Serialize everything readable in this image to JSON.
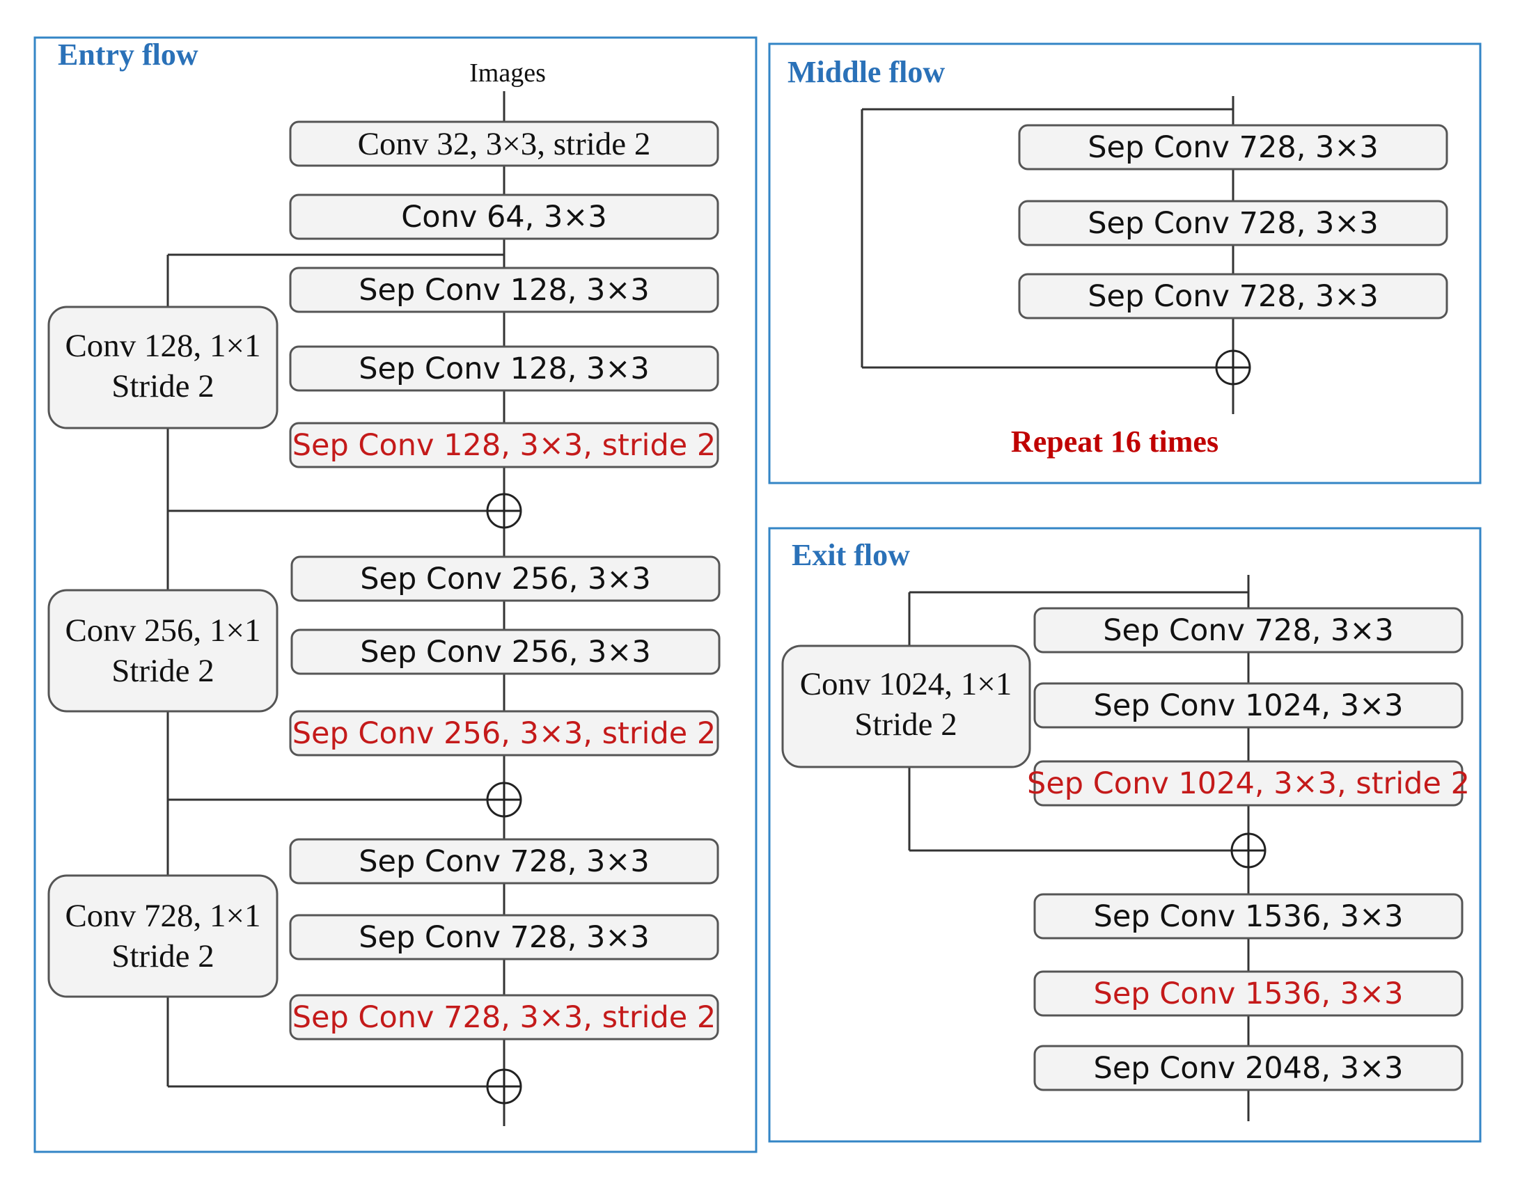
{
  "entry_flow": {
    "title": "Entry flow",
    "input_label": "Images",
    "layers": [
      {
        "label": "Conv 32, 3×3, stride 2",
        "highlight": false
      },
      {
        "label": "Conv 64, 3×3",
        "highlight": false
      },
      {
        "label": "Sep Conv 128, 3×3",
        "highlight": false
      },
      {
        "label": "Sep Conv 128, 3×3",
        "highlight": false
      },
      {
        "label": "Sep Conv 128, 3×3, stride 2",
        "highlight": true
      },
      {
        "label": "Sep Conv 256, 3×3",
        "highlight": false
      },
      {
        "label": "Sep Conv 256, 3×3",
        "highlight": false
      },
      {
        "label": "Sep Conv 256, 3×3, stride 2",
        "highlight": true
      },
      {
        "label": "Sep Conv 728, 3×3",
        "highlight": false
      },
      {
        "label": "Sep Conv 728, 3×3",
        "highlight": false
      },
      {
        "label": "Sep Conv 728, 3×3, stride 2",
        "highlight": true
      }
    ],
    "shortcuts": [
      {
        "line1": "Conv 128, 1×1",
        "line2": "Stride 2"
      },
      {
        "line1": "Conv 256, 1×1",
        "line2": "Stride 2"
      },
      {
        "line1": "Conv 728, 1×1",
        "line2": "Stride 2"
      }
    ]
  },
  "middle_flow": {
    "title": "Middle flow",
    "layers": [
      {
        "label": "Sep Conv 728, 3×3",
        "highlight": false
      },
      {
        "label": "Sep Conv 728, 3×3",
        "highlight": false
      },
      {
        "label": "Sep Conv 728, 3×3",
        "highlight": false
      }
    ],
    "repeat_label": "Repeat 16 times"
  },
  "exit_flow": {
    "title": "Exit flow",
    "layers": [
      {
        "label": "Sep Conv 728, 3×3",
        "highlight": false
      },
      {
        "label": "Sep Conv 1024, 3×3",
        "highlight": false
      },
      {
        "label": "Sep Conv 1024, 3×3, stride 2",
        "highlight": true
      },
      {
        "label": "Sep Conv 1536, 3×3",
        "highlight": false
      },
      {
        "label": "Sep Conv 1536, 3×3",
        "highlight": true
      },
      {
        "label": "Sep Conv 2048, 3×3",
        "highlight": false
      }
    ],
    "shortcut": {
      "line1": "Conv 1024, 1×1",
      "line2": "Stride 2"
    }
  },
  "colors": {
    "panel_border": "#3385c6",
    "title": "#2a71b8",
    "highlight_text": "#c41a1a",
    "repeat_text": "#c00000",
    "box_fill": "#f3f3f3"
  }
}
